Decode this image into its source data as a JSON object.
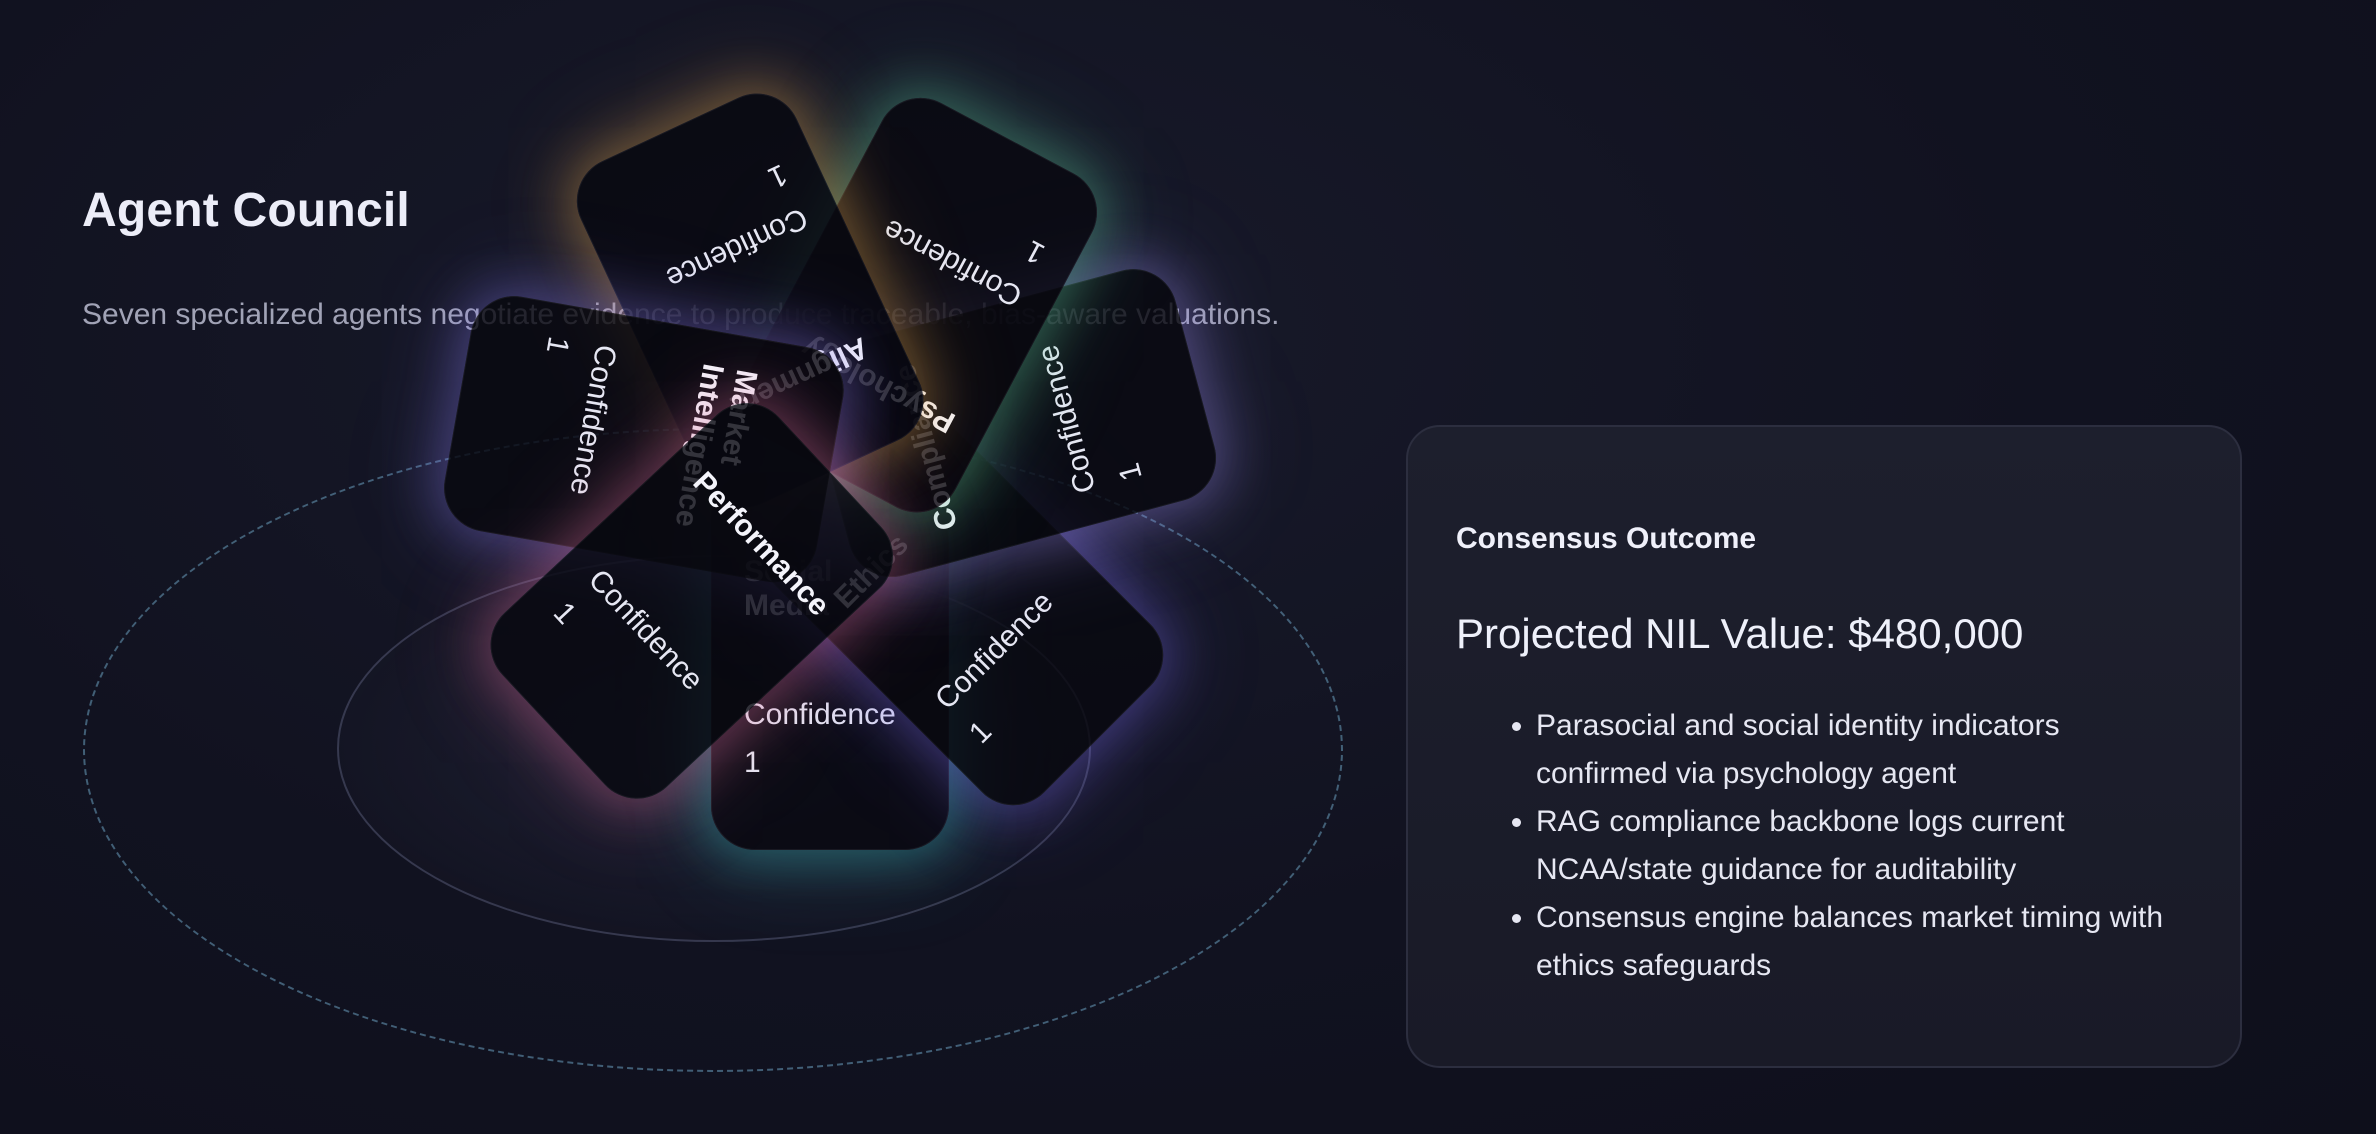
{
  "header": {
    "title": "Agent Council",
    "subtitle": "Seven specialized agents negotiate evidence to produce traceable, bias-aware valuations."
  },
  "council": {
    "confidence_label": "Confidence",
    "agents": [
      {
        "name": "Social Media",
        "confidence": "1",
        "glow": "#3fc8c8"
      },
      {
        "name": "Ethics",
        "confidence": "1",
        "glow": "#7b6cf0"
      },
      {
        "name": "Compliance",
        "confidence": "1",
        "glow": "#9b8cf2"
      },
      {
        "name": "Psychology",
        "confidence": "1",
        "glow": "#5fd0a0"
      },
      {
        "name": "Alignment",
        "confidence": "1",
        "glow": "#f0b050"
      },
      {
        "name": "Market Intelligence",
        "confidence": "1",
        "glow": "#8a7cf0"
      },
      {
        "name": "Performance",
        "confidence": "1",
        "glow": "#e070a0"
      }
    ]
  },
  "outcome": {
    "heading": "Consensus Outcome",
    "value_line": "Projected NIL Value: $480,000",
    "bullets": [
      "Parasocial and social identity indicators confirmed via psychology agent",
      "RAG compliance backbone logs current NCAA/state guidance for auditability",
      "Consensus engine balances market timing with ethics safeguards"
    ]
  }
}
